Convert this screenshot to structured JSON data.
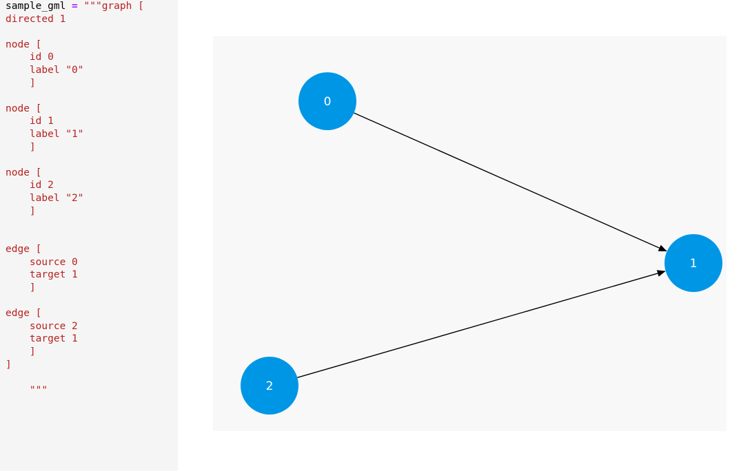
{
  "code": {
    "variable": "sample_gml",
    "operator": "=",
    "lines": [
      "\"\"\"graph [",
      "directed 1",
      "",
      "node [",
      "    id 0",
      "    label \"0\"",
      "    ]",
      "",
      "node [",
      "    id 1",
      "    label \"1\"",
      "    ]",
      "",
      "node [",
      "    id 2",
      "    label \"2\"",
      "    ]",
      "",
      "",
      "edge [",
      "    source 0",
      "    target 1",
      "    ]",
      "",
      "edge [",
      "    source 2",
      "    target 1",
      "    ]",
      "]",
      "",
      "    \"\"\""
    ]
  },
  "graph": {
    "directed": true,
    "node_color": "#0096e6",
    "edge_color": "#000000",
    "nodes": [
      {
        "id": "0",
        "label": "0"
      },
      {
        "id": "1",
        "label": "1"
      },
      {
        "id": "2",
        "label": "2"
      }
    ],
    "edges": [
      {
        "source": "0",
        "target": "1"
      },
      {
        "source": "2",
        "target": "1"
      }
    ]
  }
}
